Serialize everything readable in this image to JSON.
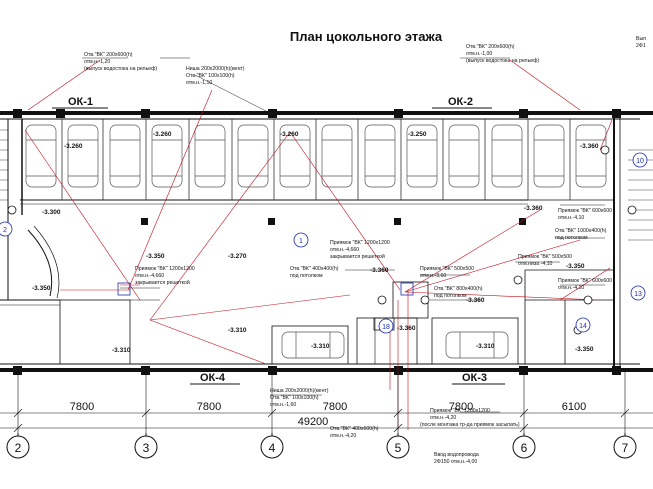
{
  "title": "План цокольного этажа",
  "sections": [
    "ОК-1",
    "ОК-2",
    "ОК-3",
    "ОК-4"
  ],
  "axes": {
    "numbers": [
      "2",
      "3",
      "4",
      "5",
      "6",
      "7"
    ],
    "spans": [
      "7800",
      "7800",
      "7800",
      "7800",
      "6100"
    ],
    "total": "49200"
  },
  "elevations": [
    "-3.260",
    "-3.260",
    "-3.260",
    "-3.250",
    "-3.300",
    "-3.360",
    "-3.350",
    "-3.350",
    "-3.360",
    "-3.270",
    "-3.310",
    "-3.310",
    "-3.360",
    "-3.360",
    "-3.310",
    "-3.310",
    "-3.350",
    "-3.350",
    "-3.360"
  ],
  "room_numbers": [
    "1",
    "2",
    "10",
    "13",
    "14",
    "18"
  ],
  "notes": [
    "Отв.\"ВК\" 200x600(h)",
    "отм.н.-1,20",
    "(выпуск водостока на рельеф)",
    "Отв.\"ВК\" 200x600(h)",
    "отм.н.-1,00",
    "(выпуск водостока на рельеф)",
    "Ниша 200x2000(h)(вент)",
    "Отв.\"ВК\" 100x100(h)",
    "отм.н.-1,10",
    "Приямок \"ВК\" 1200x1200",
    "отм.н.-4,660",
    "закрывается решеткой",
    "Отв.\"ВК\" 400x400(h)",
    "под потолком",
    "Приямок \"ВК\" 1200x1200",
    "отм.н.-4,660",
    "закрывается решеткой",
    "Приямок \"ВК\" 500x500",
    "отм.н.-3,60",
    "Отв.\"ВК\" 800x400(h)",
    "под потолком",
    "Приямок \"ВК\" 600x600",
    "отм.н.-4,10",
    "Отв.\"ВК\" 1000x400(h)",
    "под потолком",
    "Приямок \"ВК\" 500x500",
    "отм.низа -4,10",
    "Приямок \"ВК\" 600x600",
    "отм.н.-4,10",
    "Ниша 200x2000(h)(вент)",
    "Отв.\"ВК\" 100x100(h)",
    "отм.н.-1,60",
    "Приямок \"ВК\" 1200x1200",
    "отм.н.-4,20",
    "(после монтажа тр-да приямок засыпать)",
    "Отв.\"ВК\" 400x600(h)",
    "отм.н.-4,20",
    "Ввод водопровода",
    "2Ф150 отм.н.-4,00",
    "Вып",
    "2Ф1"
  ]
}
